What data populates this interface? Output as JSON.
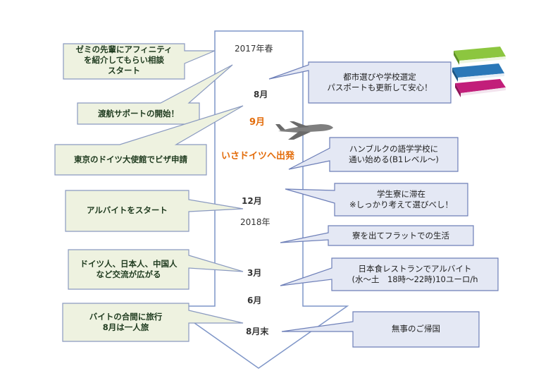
{
  "timeline": {
    "labels": {
      "l2017": "2017年春",
      "l8": "8月",
      "l9": "9月",
      "depart": "いさドイツへ出発",
      "l12": "12月",
      "l2018": "2018年",
      "l3": "3月",
      "l6": "6月",
      "l8end": "8月末"
    },
    "left_boxes": {
      "b1": [
        "ゼミの先輩にアフィニティ",
        "を紹介してもらい相談",
        "スタート"
      ],
      "b2": [
        "渡航サポートの開始！"
      ],
      "b3": [
        "東京のドイツ大使館でビザ申請"
      ],
      "b4": [
        "アルバイトをスタート"
      ],
      "b5": [
        "ドイツ人、日本人、中国人",
        "など交流が広がる"
      ],
      "b6": [
        "バイトの合間に旅行",
        "8月は一人旅"
      ]
    },
    "right_boxes": {
      "r1": [
        "都市選びや学校選定",
        "パスポートも更新して安心！"
      ],
      "r2": [
        "ハンブルクの語学学校に",
        "通い始める(B1レベル～)"
      ],
      "r3": [
        "学生寮に滞在",
        "※しっかり考えて選びべし！"
      ],
      "r4": [
        "寮を出てフラットでの生活"
      ],
      "r5": [
        "日本食レストランでアルバイト",
        "(水～土　18時～22時)10ユーロ/h"
      ],
      "r6": [
        "無事のご帰国"
      ]
    }
  },
  "colors": {
    "left_fill": "#eef2e0",
    "left_stroke": "#8a9ac0",
    "right_fill": "#e4e8f4",
    "right_stroke": "#6d7fb8",
    "arrow_stroke": "#7f96c8",
    "accent_orange": "#e36c0a"
  },
  "icons": {
    "plane": "airplane-icon",
    "books": "books-icon"
  }
}
